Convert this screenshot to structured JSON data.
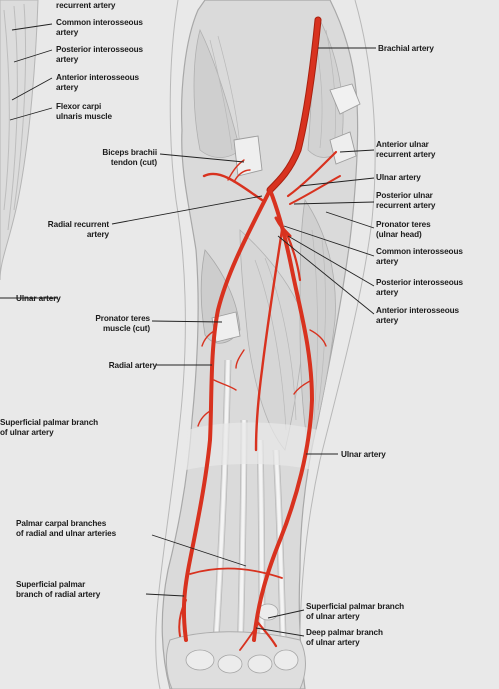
{
  "labels": {
    "recurrent_artery_top": "recurrent artery",
    "common_interosseous_left": "Common interosseous\nartery",
    "posterior_interosseous_left": "Posterior interosseous\nartery",
    "anterior_interosseous_left": "Anterior interosseous\nartery",
    "flexor_carpi_ulnaris": "Flexor carpi\nulnaris muscle",
    "biceps_tendon": "Biceps brachii\ntendon (cut)",
    "radial_recurrent": "Radial recurrent\nartery",
    "ulnar_artery_left": "Ulnar artery",
    "pronator_teres_cut": "Pronator teres\nmuscle (cut)",
    "radial_artery": "Radial artery",
    "superficial_palmar_ulnar_left": "Superficial palmar branch\nof ulnar artery",
    "palmar_carpal": "Palmar carpal branches\nof radial and ulnar arteries",
    "superficial_palmar_radial": "Superficial palmar\nbranch of radial artery",
    "brachial_artery": "Brachial artery",
    "anterior_ulnar_recurrent": "Anterior ulnar\nrecurrent artery",
    "ulnar_artery_right_top": "Ulnar artery",
    "posterior_ulnar_recurrent": "Posterior ulnar\nrecurrent artery",
    "pronator_teres_ulnar_head": "Pronator teres\n(ulnar head)",
    "common_interosseous_right": "Common interosseous\nartery",
    "posterior_interosseous_right": "Posterior interosseous\nartery",
    "anterior_interosseous_right": "Anterior interosseous\nartery",
    "ulnar_artery_right_mid": "Ulnar artery",
    "superficial_palmar_ulnar_right": "Superficial palmar branch\nof ulnar artery",
    "deep_palmar_ulnar": "Deep palmar branch\nof ulnar artery"
  },
  "colors": {
    "artery": "#d8321f",
    "artery_dark": "#a8200f",
    "leader_line": "#222222",
    "muscle": "#d4d4d4",
    "muscle_light": "#eeeeee",
    "background": "#e9e9e9"
  }
}
